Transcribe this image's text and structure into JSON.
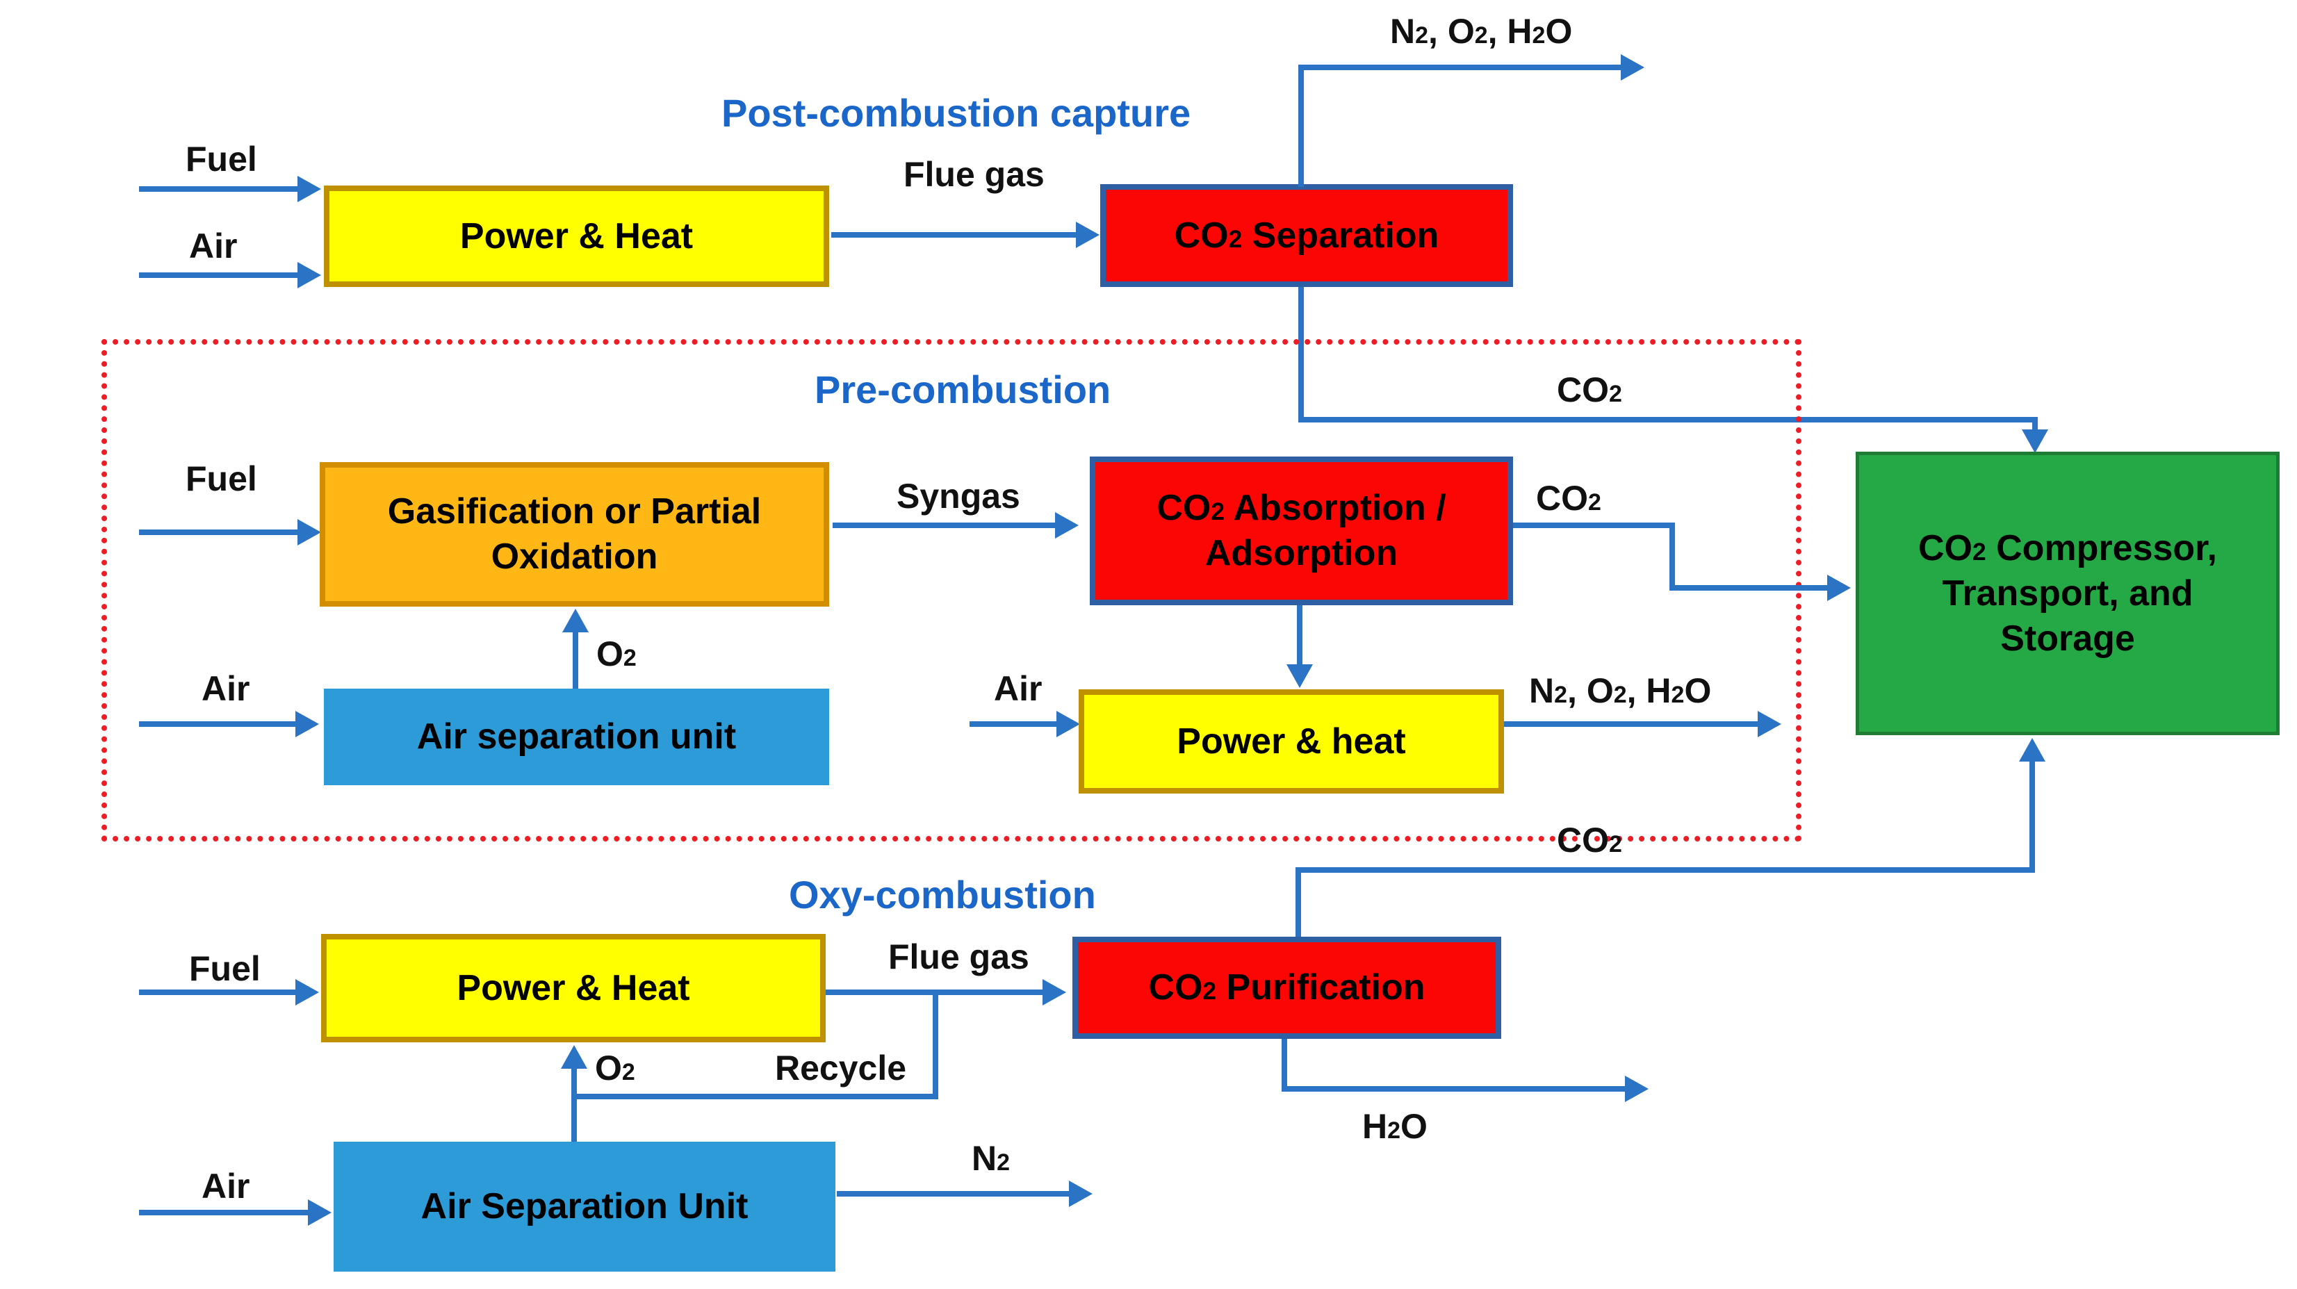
{
  "colors": {
    "arrow_blue": "#2B73C4",
    "title_blue": "#1B66C9",
    "box_red": "#FB0505",
    "box_red_border": "#2E5FA5",
    "box_yellow": "#FFFF00",
    "box_yellow_border": "#BF9000",
    "box_orange": "#FFB715",
    "box_orange_border": "#D28E00",
    "box_blue": "#2E9BD9",
    "box_green": "#25A946",
    "box_green_border": "#1E7C35",
    "dotted_red": "#EE1C25",
    "label_black": "#111111"
  },
  "titles": {
    "post": "Post-combustion capture",
    "pre": "Pre-combustion",
    "oxy": "Oxy-combustion"
  },
  "boxes": {
    "post_power_heat": "Power & Heat",
    "post_co2_separation": "CO2 Separation",
    "pre_gasification": "Gasification or Partial Oxidation",
    "pre_co2_absorption": "CO2 Absorption / Adsorption",
    "pre_air_separation": "Air separation unit",
    "pre_power_heat": "Power & heat",
    "co2_compressor": "CO2 Compressor, Transport, and Storage",
    "oxy_power_heat": "Power & Heat",
    "oxy_co2_purification": "CO2 Purification",
    "oxy_air_separation": "Air Separation Unit"
  },
  "stream_labels": {
    "post_fuel": "Fuel",
    "post_air": "Air",
    "post_flue_gas": "Flue gas",
    "post_exhaust": "N2, O2, H2O",
    "post_co2": "CO2",
    "pre_fuel": "Fuel",
    "pre_syngas": "Syngas",
    "pre_co2": "CO2",
    "pre_o2": "O2",
    "pre_air_left": "Air",
    "pre_air_right": "Air",
    "pre_exhaust": "N2, O2, H2O",
    "oxy_fuel": "Fuel",
    "oxy_flue_gas": "Flue gas",
    "oxy_o2": "O2",
    "oxy_recycle": "Recycle",
    "oxy_co2": "CO2",
    "oxy_h2o": "H2O",
    "oxy_air": "Air",
    "oxy_n2": "N2"
  }
}
